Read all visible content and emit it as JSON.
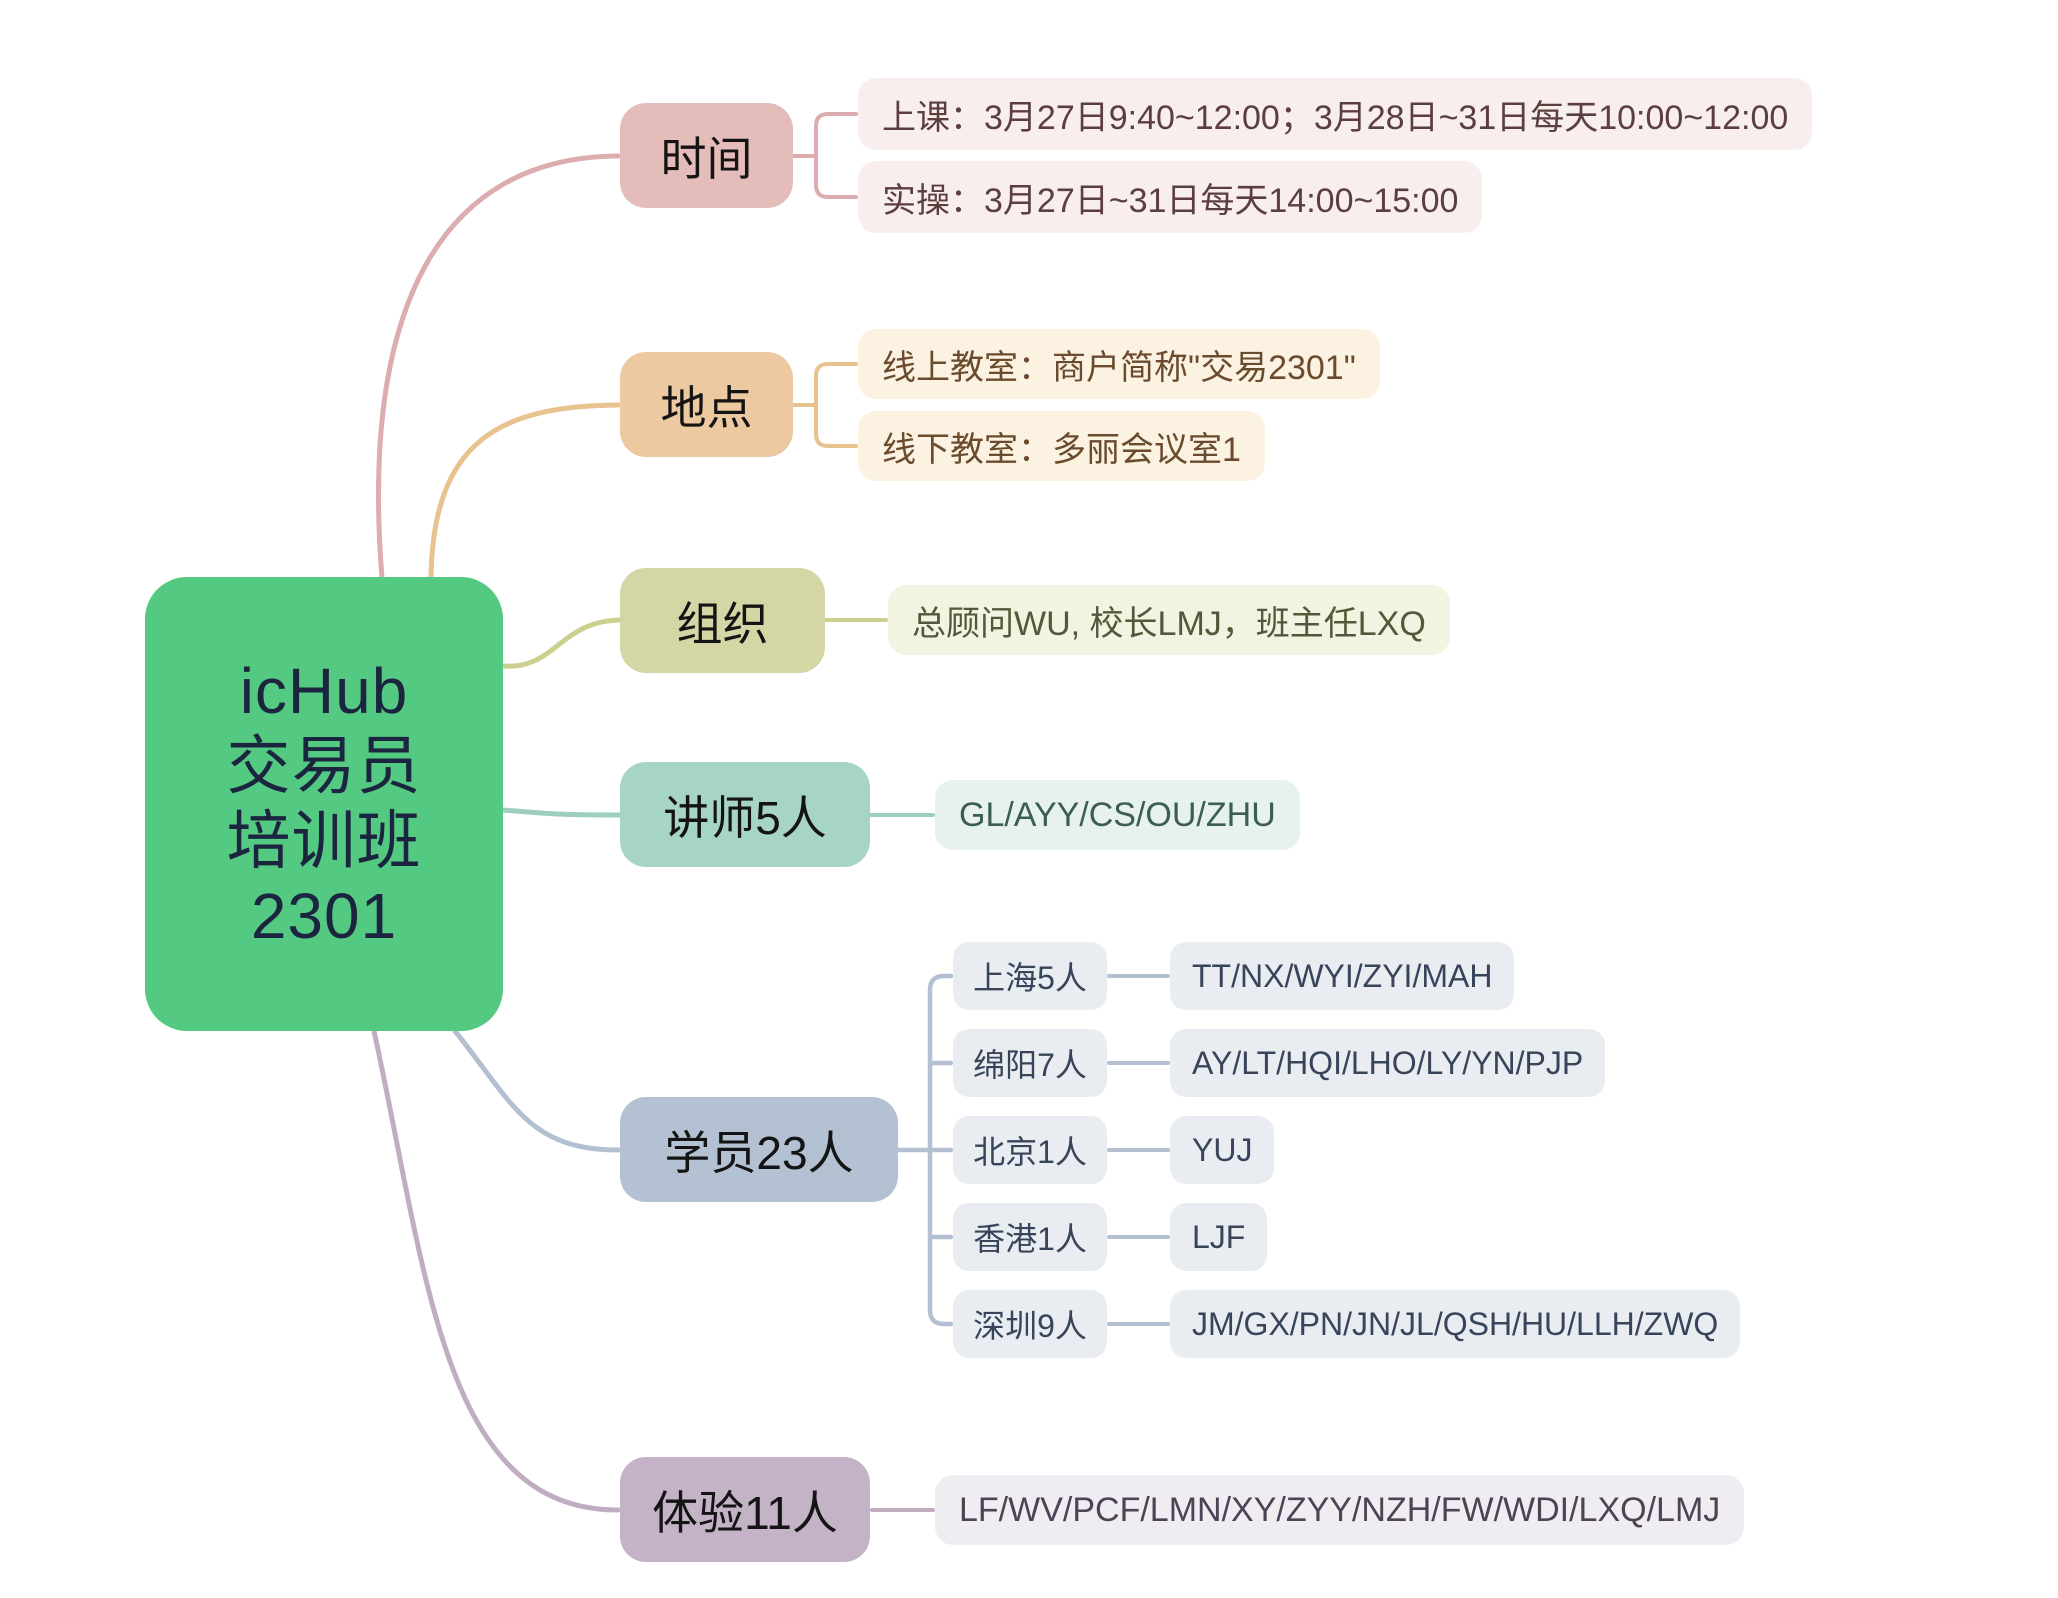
{
  "root": {
    "label": "icHub\n交易员\n培训班\n2301",
    "colors": {
      "bg": "#54c981",
      "text": "#1b2540"
    }
  },
  "branches": {
    "time": {
      "label": "时间",
      "colors": {
        "node": "#e4bcba",
        "line": "#dcacae",
        "leaf_bg": "#f8eeee",
        "leaf_text": "#5c3e3e"
      },
      "children": {
        "class_schedule": "上课：3月27日9:40~12:00；3月28日~31日每天10:00~12:00",
        "practice_schedule": "实操：3月27日~31日每天14:00~15:00"
      }
    },
    "place": {
      "label": "地点",
      "colors": {
        "node": "#ecc9a0",
        "line": "#e8c28f",
        "leaf_bg": "#fcf2e2",
        "leaf_text": "#6a4b2e"
      },
      "children": {
        "online": "线上教室：商户简称\"交易2301\"",
        "offline": "线下教室：多丽会议室1"
      }
    },
    "org": {
      "label": "组织",
      "colors": {
        "node": "#d4d7a5",
        "line": "#ccd08e",
        "leaf_bg": "#f2f3e0",
        "leaf_text": "#54583a"
      },
      "children": {
        "staff": "总顾问WU, 校长LMJ，班主任LXQ"
      }
    },
    "lecturers": {
      "label": "讲师5人",
      "colors": {
        "node": "#a6d4c6",
        "line": "#9dcfc0",
        "leaf_bg": "#e7f1ed",
        "leaf_text": "#3b5d55"
      },
      "children": {
        "names": "GL/AYY/CS/OU/ZHU"
      }
    },
    "students": {
      "label": "学员23人",
      "colors": {
        "node": "#b3c1d2",
        "line": "#b2c0d1",
        "leaf_bg": "#e9edf2",
        "leaf_text": "#38445a"
      },
      "groups": {
        "shanghai": {
          "label": "上海5人",
          "names": "TT/NX/WYI/ZYI/MAH"
        },
        "mianyang": {
          "label": "绵阳7人",
          "names": "AY/LT/HQI/LHO/LY/YN/PJP"
        },
        "beijing": {
          "label": "北京1人",
          "names": "YUJ"
        },
        "hongkong": {
          "label": "香港1人",
          "names": "LJF"
        },
        "shenzhen": {
          "label": "深圳9人",
          "names": "JM/GX/PN/JN/JL/QSH/HU/LLH/ZWQ"
        }
      }
    },
    "trial": {
      "label": "体验11人",
      "colors": {
        "node": "#c4b3c6",
        "line": "#c0adc2",
        "leaf_bg": "#efecf2",
        "leaf_text": "#4c4455"
      },
      "children": {
        "names": "LF/WV/PCF/LMN/XY/ZYY/NZH/FW/WDI/LXQ/LMJ"
      }
    }
  }
}
